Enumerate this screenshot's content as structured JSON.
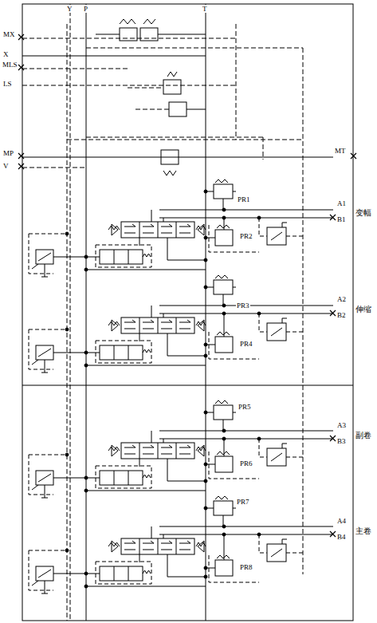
{
  "diagram": {
    "labels": [
      "Y",
      "P",
      "T",
      "MX",
      "X",
      "MLS",
      "LS",
      "MP",
      "V",
      "MT",
      "PR1",
      "A1",
      "B1",
      "变幅",
      "PR2",
      "PR3",
      "A2",
      "B2",
      "伸缩",
      "PR4",
      "PR5",
      "A3",
      "B3",
      "副卷",
      "PR6",
      "PR7",
      "A4",
      "B4",
      "主卷",
      "PR8"
    ]
  }
}
